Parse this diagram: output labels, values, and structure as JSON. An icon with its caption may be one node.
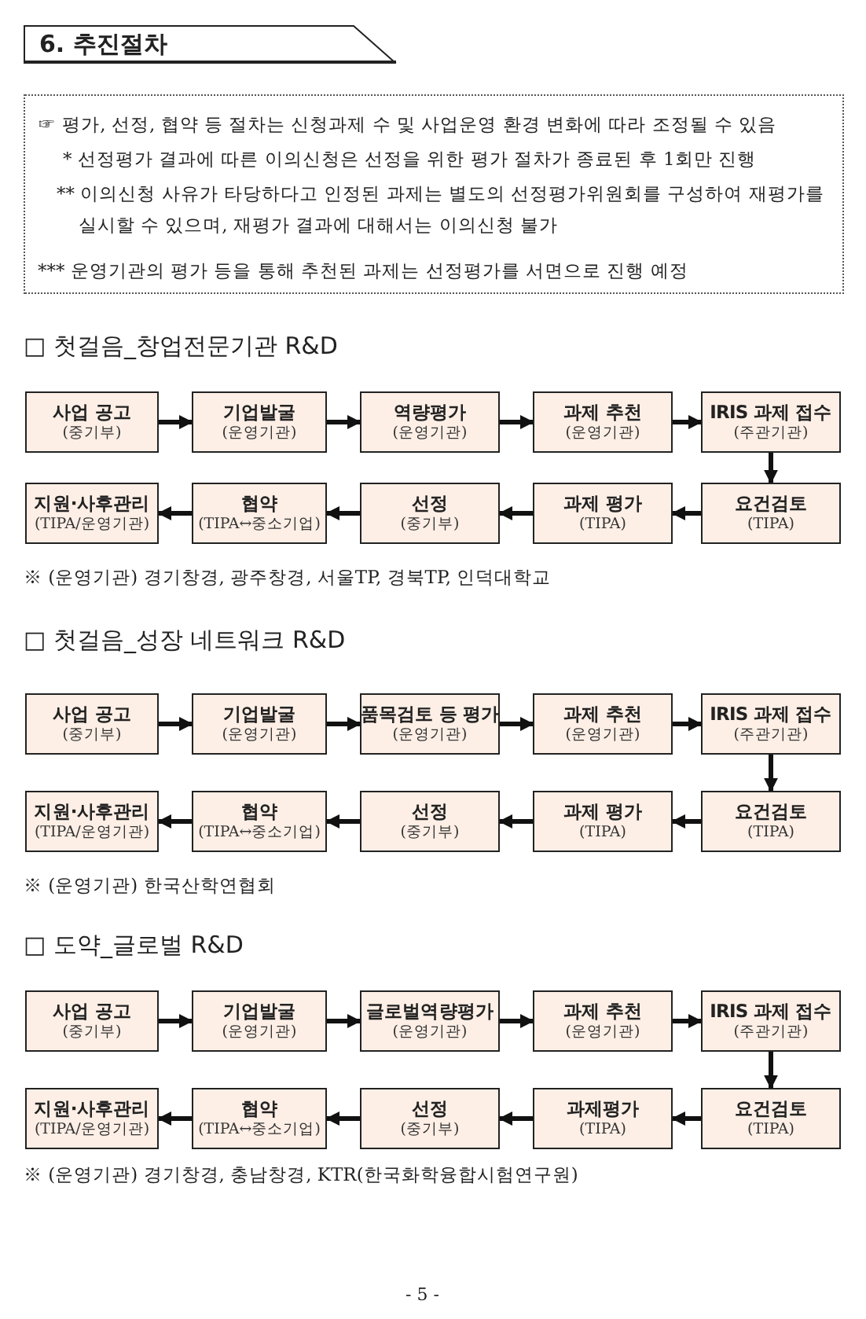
{
  "diagram": {
    "title": "6. 추진절차",
    "nodes": [
      {
        "text": [
          "☞ 평가, 선정, 협약 등 절차는 신청과제 수 및 사업운영 환경 변화에 따라 조정될 수 있음",
          "* 선정평가 결과에 따른 이의신청은 선정을 위한 평가 절차가 종료된 후 1회만 진행",
          "** 이의신청 사유가 타당하다고 인정된 과제는 별도의 선정평가위원회를 구성하여 재평가를 실시할 수 있으며, 재평가 결과에 대해서는 이의신청 불가",
          "*** 운영기관의 평가 등을 통해 추천된 과제는 선정평가를 서면으로 진행 예정"
        ]
      },
      {
        "text": [
          "사업 공고",
          "(중기부)"
        ]
      },
      {
        "text": [
          "기업발굴",
          "(운영기관)"
        ]
      },
      {
        "text": [
          "역량평가",
          "(운영기관)"
        ]
      },
      {
        "text": [
          "과제 추천",
          "(운영기관)"
        ]
      },
      {
        "text": [
          "IRIS 과제 접수",
          "(주관기관)"
        ]
      },
      {
        "text": [
          "지원·사후관리",
          "(TIPA/운영기관)"
        ]
      },
      {
        "text": [
          "협약",
          "(TIPA↔중소기업)"
        ]
      },
      {
        "text": [
          "선정",
          "(중기부)"
        ]
      },
      {
        "text": [
          "과제 평가",
          "(TIPA)"
        ]
      },
      {
        "text": [
          "요건검토",
          "(TIPA)"
        ]
      },
      {
        "text": [
          "사업 공고",
          "(중기부)"
        ]
      },
      {
        "text": [
          "기업발굴",
          "(운영기관)"
        ]
      },
      {
        "text": [
          "품목검토 등 평가",
          "(운영기관)"
        ]
      },
      {
        "text": [
          "과제 추천",
          "(운영기관)"
        ]
      },
      {
        "text": [
          "IRIS 과제 접수",
          "(주관기관)"
        ]
      },
      {
        "text": [
          "지원·사후관리",
          "(TIPA/운영기관)"
        ]
      },
      {
        "text": [
          "협약",
          "(TIPA↔중소기업)"
        ]
      },
      {
        "text": [
          "선정",
          "(중기부)"
        ]
      },
      {
        "text": [
          "과제 평가",
          "(TIPA)"
        ]
      },
      {
        "text": [
          "요건검토",
          "(TIPA)"
        ]
      },
      {
        "text": [
          "사업 공고",
          "(중기부)"
        ]
      },
      {
        "text": [
          "기업발굴",
          "(운영기관)"
        ]
      },
      {
        "text": [
          "글로벌역량평가",
          "(운영기관)"
        ]
      },
      {
        "text": [
          "과제 추천",
          "(운영기관)"
        ]
      },
      {
        "text": [
          "IRIS 과제 접수",
          "(주관기관)"
        ]
      },
      {
        "text": [
          "지원·사후관리",
          "(TIPA/운영기관)"
        ]
      },
      {
        "text": [
          "협약",
          "(TIPA↔중소기업)"
        ]
      },
      {
        "text": [
          "선정",
          "(중기부)"
        ]
      },
      {
        "text": [
          "과제평가",
          "(TIPA)"
        ]
      },
      {
        "text": [
          "요건검토",
          "(TIPA)"
        ]
      }
    ],
    "edges": [
      {
        "from": 1,
        "to": 2,
        "arrow": "to"
      },
      {
        "from": 2,
        "to": 3,
        "arrow": "to"
      },
      {
        "from": 3,
        "to": 4,
        "arrow": "to"
      },
      {
        "from": 4,
        "to": 5,
        "arrow": "to"
      },
      {
        "from": 5,
        "to": 10,
        "arrow": "to"
      },
      {
        "from": 10,
        "to": 9,
        "arrow": "to"
      },
      {
        "from": 9,
        "to": 8,
        "arrow": "to"
      },
      {
        "from": 8,
        "to": 7,
        "arrow": "to"
      },
      {
        "from": 7,
        "to": 6,
        "arrow": "to"
      },
      {
        "from": 11,
        "to": 12,
        "arrow": "to"
      },
      {
        "from": 12,
        "to": 13,
        "arrow": "to"
      },
      {
        "from": 13,
        "to": 14,
        "arrow": "to"
      },
      {
        "from": 14,
        "to": 15,
        "arrow": "to"
      },
      {
        "from": 15,
        "to": 20,
        "arrow": "to"
      },
      {
        "from": 20,
        "to": 19,
        "arrow": "to"
      },
      {
        "from": 19,
        "to": 18,
        "arrow": "to"
      },
      {
        "from": 18,
        "to": 17,
        "arrow": "to"
      },
      {
        "from": 17,
        "to": 16,
        "arrow": "to"
      },
      {
        "from": 21,
        "to": 22,
        "arrow": "to"
      },
      {
        "from": 22,
        "to": 23,
        "arrow": "to"
      },
      {
        "from": 23,
        "to": 24,
        "arrow": "to"
      },
      {
        "from": 24,
        "to": 25,
        "arrow": "to"
      },
      {
        "from": 25,
        "to": 30,
        "arrow": "to"
      },
      {
        "from": 30,
        "to": 29,
        "arrow": "to"
      },
      {
        "from": 29,
        "to": 28,
        "arrow": "to"
      },
      {
        "from": 28,
        "to": 27,
        "arrow": "to"
      },
      {
        "from": 27,
        "to": 26,
        "arrow": "to"
      }
    ],
    "labels": [
      "□ 첫걸음_창업전문기관 R&D",
      "※ (운영기관) 경기창경, 광주창경, 서울TP, 경북TP, 인덕대학교",
      "□ 첫걸음_성장 네트워크 R&D",
      "※ (운영기관) 한국산학연협회",
      "□ 도약_글로벌 R&D",
      "※ (운영기관) 경기창경, 충남창경, KTR(한국화학융합시험연구원)",
      "- 5 -"
    ]
  }
}
